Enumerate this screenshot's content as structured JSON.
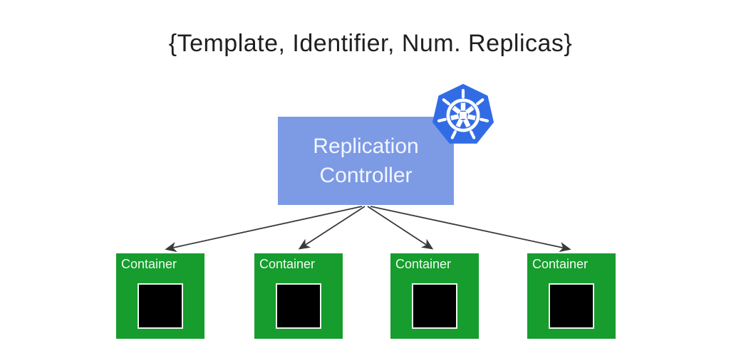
{
  "title": "{Template, Identifier, Num. Replicas}",
  "replication_controller": {
    "label": "Replication Controller",
    "box_color": "#7D9AE5",
    "text_color": "#F2F6FF"
  },
  "kubernetes_logo": {
    "icon": "kubernetes-helm-icon",
    "color": "#326CE5",
    "wheel_color": "#FFFFFF"
  },
  "containers": [
    {
      "label": "Container"
    },
    {
      "label": "Container"
    },
    {
      "label": "Container"
    },
    {
      "label": "Container"
    }
  ],
  "connections": {
    "count": 4,
    "from": "Replication Controller",
    "to": "Container",
    "arrow_color": "#3A3A3A"
  },
  "colors": {
    "background": "#FFFFFF",
    "title_text": "#1F1F1F",
    "container_green": "#169D2E",
    "container_inner_square": "#000000"
  }
}
